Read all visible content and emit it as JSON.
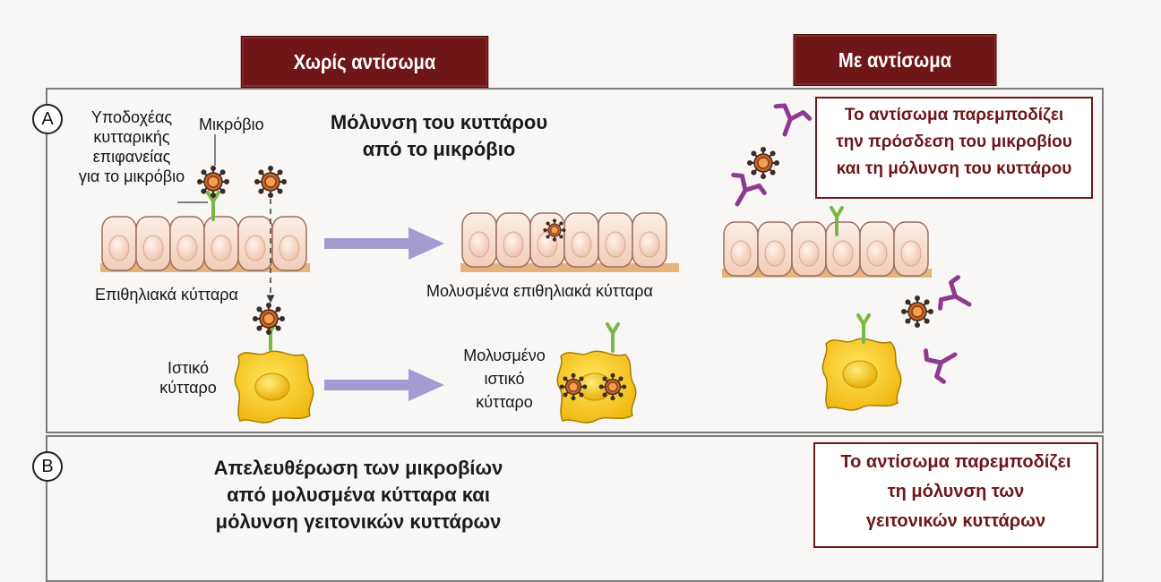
{
  "headers": {
    "without": "Χωρίς αντίσωμα",
    "with": "Με αντίσωμα"
  },
  "panel_a": {
    "letter": "Α",
    "receptor_label": [
      "Υποδοχέας",
      "κυτταρικής",
      "επιφανείας",
      "για το μικρόβιο"
    ],
    "microbe_label": "Μικρόβιο",
    "title": [
      "Μόλυνση του κυττάρου",
      "από το μικρόβιο"
    ],
    "epithelial_label": "Επιθηλιακά κύτταρα",
    "infected_epithelial_label": "Μολυσμένα επιθηλιακά κύτταρα",
    "tissue_cell_label": [
      "Ιστικό",
      "κύτταρο"
    ],
    "infected_tissue_label": [
      "Μολυσμένο",
      "ιστικό",
      "κύτταρο"
    ],
    "antibody_note": [
      "Το αντίσωμα παρεμποδίζει",
      "την πρόσδεση του μικροβίου",
      "και τη μόλυνση του κυττάρου"
    ]
  },
  "panel_b": {
    "letter": "Β",
    "title": [
      "Απελευθέρωση των μικροβίων",
      "από μολυσμένα κύτταρα και",
      "μόλυνση γειτονικών κυττάρων"
    ],
    "antibody_note": [
      "Το αντίσωμα παρεμποδίζει",
      "τη μόλυνση των",
      "γειτονικών κυττάρων"
    ]
  },
  "colors": {
    "header_bg": "#6e1618",
    "microbe": "#c8622a",
    "receptor": "#7ab648",
    "antibody": "#8e3a8e",
    "arrow": "#a49bd0",
    "epithelial_cell": "#f6dccc",
    "tissue_cell": "#f5c81e"
  }
}
